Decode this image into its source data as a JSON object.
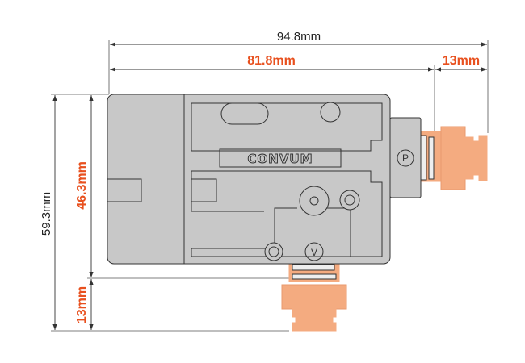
{
  "dimensions": {
    "overall_width": "94.8mm",
    "body_width": "81.8mm",
    "fitting_width": "13mm",
    "overall_height": "59.3mm",
    "body_height": "46.3mm",
    "fitting_height": "13mm"
  },
  "product": {
    "logo": "CONVUM",
    "port_p": "P",
    "port_v": "V"
  },
  "colors": {
    "accent": "#e8501e",
    "fitting": "#f4ab80",
    "body": "#c8c8c8"
  }
}
